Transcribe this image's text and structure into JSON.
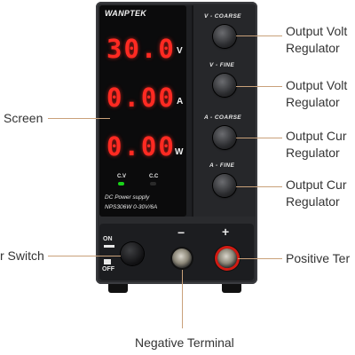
{
  "device": {
    "brand": "WANPTEK",
    "display": {
      "voltage": "30.0",
      "voltage_unit": "V",
      "current": "0.00",
      "current_unit": "A",
      "power": "0.00",
      "power_unit": "W",
      "cv_label": "C.V",
      "cc_label": "C.C",
      "cv_led_color": "#19d219",
      "cc_led_color": "#2a2a2a"
    },
    "subtitle": "DC Power supply",
    "model": "NPS306W  0-30V/6A",
    "knobs": [
      {
        "label": "V - COARSE"
      },
      {
        "label": "V - FINE"
      },
      {
        "label": "A - COARSE"
      },
      {
        "label": "A - FINE"
      }
    ],
    "power_switch": {
      "on_label": "ON",
      "off_label": "OFF"
    },
    "negative_symbol": "−",
    "positive_symbol": "+"
  },
  "callouts": {
    "screen": "Screen",
    "power_switch": "r Switch",
    "volt_coarse": [
      "Output Volt",
      "Regulator"
    ],
    "volt_fine": [
      "Output Volt",
      "Regulator"
    ],
    "curr_coarse": [
      "Output Cur",
      "Regulator"
    ],
    "curr_fine": [
      "Output Cur",
      "Regulator"
    ],
    "positive_terminal": "Positive Ter",
    "negative_terminal": "Negative Terminal"
  },
  "colors": {
    "segment_red": "#ff2a22",
    "callout_line": "#c9a17a",
    "terminal_ring_red": "#d11a12"
  }
}
